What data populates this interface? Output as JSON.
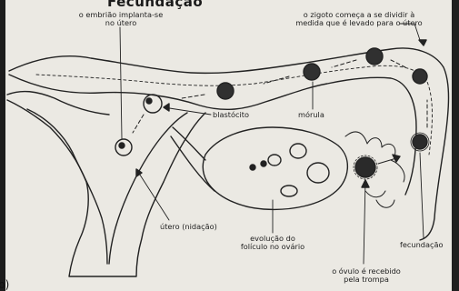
{
  "title": "Fecundação",
  "panel_mark": "b)",
  "labels": {
    "embriao_line1": "o embrião implanta-se",
    "embriao_line2": "no útero",
    "zigoto_line1": "o zigoto começa a se dividir à",
    "zigoto_line2": "medida que é levado para o útero",
    "blastocito": "blastócito",
    "morula": "mórula",
    "utero": "útero (nidação)",
    "foliculo_line1": "evolução do",
    "foliculo_line2": "folículo no ovário",
    "ovulo_line1": "o óvulo é recebido",
    "ovulo_line2": "pela trompa",
    "fecundacao": "fecundação"
  },
  "colors": {
    "paper": "#ebe9e3",
    "ink": "#222222",
    "scan_border": "#1c1c1c"
  }
}
